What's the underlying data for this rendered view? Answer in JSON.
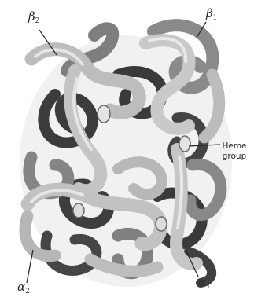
{
  "labels": {
    "beta2": {
      "letter": "β",
      "sub": "2"
    },
    "beta1": {
      "letter": "β",
      "sub": "1"
    },
    "alpha2": {
      "letter": "α",
      "sub": "2"
    },
    "alpha1": {
      "letter": "α",
      "sub": "1"
    },
    "heme_line1": "Heme",
    "heme_line2": "group"
  }
}
